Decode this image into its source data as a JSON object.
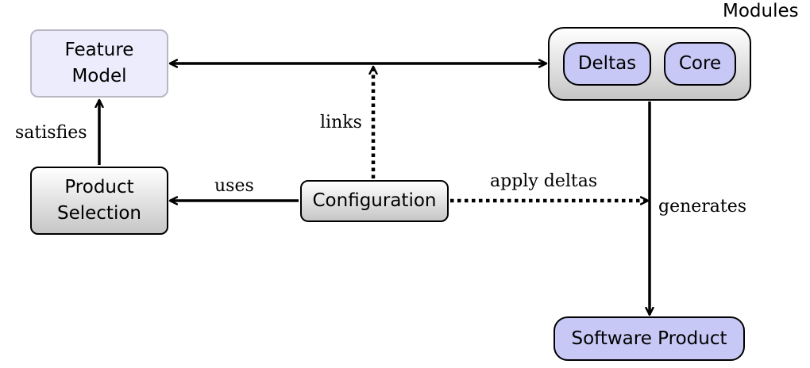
{
  "nodes": {
    "feature_model": "Feature\nModel",
    "product_selection": "Product\nSelection",
    "configuration": "Configuration",
    "modules_title": "Modules",
    "deltas": "Deltas",
    "core": "Core",
    "software_product": "Software Product"
  },
  "edges": {
    "satisfies": "satisfies",
    "links": "links",
    "uses": "uses",
    "apply_deltas": "apply deltas",
    "generates": "generates"
  },
  "colors": {
    "feature_model_fill": "#ececfc",
    "feature_model_border": "#b8b8c4",
    "module_fill": "#c8c8f6",
    "gradient_top": "#ffffff",
    "gradient_bottom": "#c6c6c6",
    "stroke": "#000000"
  }
}
